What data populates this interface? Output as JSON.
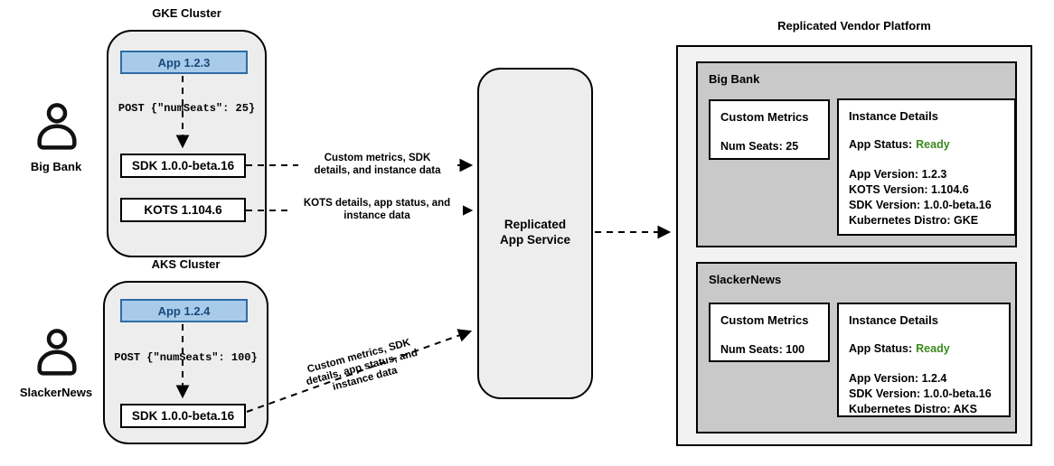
{
  "actors": [
    {
      "label": "Big Bank"
    },
    {
      "label": "SlackerNews"
    }
  ],
  "clusters": [
    {
      "title": "GKE Cluster",
      "app": "App 1.2.3",
      "post": "POST {\"numSeats\": 25}",
      "sdk": "SDK 1.0.0-beta.16",
      "kots": "KOTS 1.104.6"
    },
    {
      "title": "AKS Cluster",
      "app": "App 1.2.4",
      "post": "POST {\"numSeats\": 100}",
      "sdk": "SDK 1.0.0-beta.16"
    }
  ],
  "flows": {
    "sdk_flow": {
      "line1": "Custom metrics, SDK",
      "line2": "details, and instance data"
    },
    "kots_flow": {
      "line1": "KOTS details, app status, and",
      "line2": "instance data"
    },
    "combined_flow": {
      "line1": "Custom metrics, SDK",
      "line2": "details, app status, and",
      "line3": "instance data"
    }
  },
  "service": {
    "line1": "Replicated",
    "line2": "App Service"
  },
  "platform": {
    "title": "Replicated Vendor Platform",
    "cards": [
      {
        "name": "Big Bank",
        "custom_metrics": {
          "title": "Custom Metrics",
          "value": "Num Seats: 25"
        },
        "instance_details": {
          "title": "Instance Details",
          "status_label": "App Status:",
          "status_value": "Ready",
          "rows": [
            "App Version: 1.2.3",
            "KOTS Version: 1.104.6",
            "SDK Version: 1.0.0-beta.16",
            "Kubernetes Distro: GKE"
          ]
        }
      },
      {
        "name": "SlackerNews",
        "custom_metrics": {
          "title": "Custom Metrics",
          "value": "Num Seats: 100"
        },
        "instance_details": {
          "title": "Instance Details",
          "status_label": "App Status:",
          "status_value": "Ready",
          "rows": [
            "App Version: 1.2.4",
            "SDK Version: 1.0.0-beta.16",
            "Kubernetes Distro: AKS"
          ]
        }
      }
    ]
  },
  "colors": {
    "app_fill": "#a8cbea",
    "app_border": "#2e6ca4",
    "app_text": "#17497d",
    "status_ready": "#3a8a1d",
    "cluster_fill": "#ededed",
    "card_fill": "#c9c9c9",
    "platform_fill": "#f2f2f2",
    "line_color": "#000000"
  }
}
